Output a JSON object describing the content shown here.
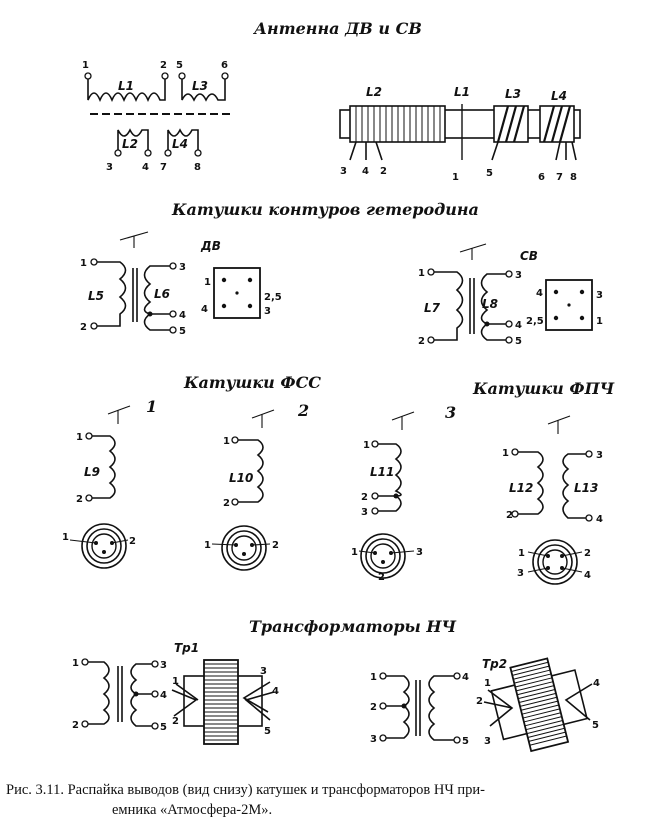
{
  "titles": {
    "antenna": "Антенна ДВ и СВ",
    "heterodyne": "Катушки контуров гетеродина",
    "fss": "Катушки ФСС",
    "fpch": "Катушки ФПЧ",
    "lf_transformers": "Трансформаторы НЧ"
  },
  "antenna": {
    "coils": [
      "L1",
      "L2",
      "L3",
      "L4"
    ],
    "top_pins": [
      "1",
      "2",
      "5",
      "6"
    ],
    "bottom_pins": [
      "3",
      "4",
      "7",
      "8"
    ],
    "rod_coils": [
      "L2",
      "L1",
      "L3",
      "L4"
    ],
    "rod_pins": [
      "3",
      "4",
      "2",
      "1",
      "5",
      "6",
      "7",
      "8"
    ]
  },
  "heterodyne": {
    "dv": {
      "band": "ДВ",
      "coils": [
        "L5",
        "L6"
      ],
      "primary_pins": [
        "1",
        "2"
      ],
      "secondary_pins": [
        "3",
        "4",
        "5"
      ],
      "socket_pins": [
        "1",
        "4",
        "2,5",
        "3"
      ]
    },
    "sv": {
      "band": "СВ",
      "coils": [
        "L7",
        "L8"
      ],
      "primary_pins": [
        "1",
        "2"
      ],
      "secondary_pins": [
        "3",
        "4",
        "5"
      ],
      "socket_pins": [
        "4",
        "2,5",
        "3",
        "1"
      ]
    }
  },
  "fss": {
    "numbers": [
      "1",
      "2",
      "3"
    ],
    "c1": {
      "coil": "L9",
      "pins": [
        "1",
        "2"
      ],
      "socket_pins": [
        "1",
        "2"
      ]
    },
    "c2": {
      "coil": "L10",
      "pins": [
        "1",
        "2"
      ],
      "socket_pins": [
        "1",
        "2"
      ]
    },
    "c3": {
      "coil": "L11",
      "pins": [
        "1",
        "2",
        "3"
      ],
      "socket_pins": [
        "1",
        "2",
        "3"
      ]
    }
  },
  "fpch": {
    "coils": [
      "L12",
      "L13"
    ],
    "pins": [
      "1",
      "2",
      "3",
      "4"
    ],
    "socket_pins": [
      "1",
      "2",
      "3",
      "4"
    ]
  },
  "transformers": {
    "tr1": {
      "name": "Тр1",
      "primary_pins": [
        "1",
        "2"
      ],
      "secondary_pins": [
        "3",
        "4",
        "5"
      ],
      "core_pins": [
        "1",
        "2",
        "3",
        "4",
        "5"
      ]
    },
    "tr2": {
      "name": "Тр2",
      "primary_pins": [
        "1",
        "2",
        "3"
      ],
      "secondary_pins": [
        "4",
        "5"
      ],
      "core_pins": [
        "1",
        "2",
        "3",
        "4",
        "5"
      ]
    }
  },
  "caption": {
    "line1": "Рис. 3.11. Распайка выводов (вид снизу) катушек и трансформаторов НЧ при-",
    "line2": "емника «Атмосфера-2М»."
  }
}
